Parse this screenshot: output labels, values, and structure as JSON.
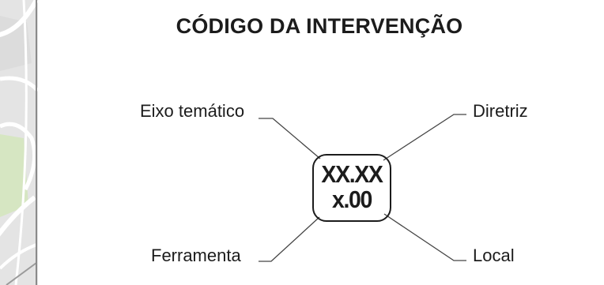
{
  "title": "CÓDIGO DA INTERVENÇÃO",
  "code": {
    "line1": "XX.XX",
    "line2": "x.00"
  },
  "labels": {
    "top_left": "Eixo temático",
    "top_right": "Diretriz",
    "bottom_left": "Ferramenta",
    "bottom_right": "Local"
  },
  "colors": {
    "text": "#1c1c1c",
    "map_background": "#e6e6e6",
    "map_green": "#d7e7c3",
    "map_roads": "#ffffff"
  }
}
